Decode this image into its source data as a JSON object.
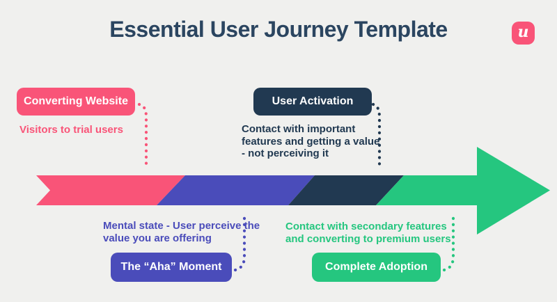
{
  "title": "Essential User Journey Template",
  "logo": {
    "letter": "u",
    "brand": "userpilot"
  },
  "colors": {
    "background": "#F0F0EE",
    "title_text": "#2B4560",
    "pink": "#F95478",
    "purple": "#4A4CBA",
    "navy": "#213951",
    "green": "#25C67F",
    "badge_text": "#FFFFFF"
  },
  "arrow": {
    "direction": "right",
    "segment_order": [
      "pink",
      "purple",
      "navy",
      "green"
    ]
  },
  "stages": [
    {
      "id": "converting-website",
      "label": "Converting Website",
      "caption": "Visitors to trial users",
      "color": "pink",
      "position": "above-arrow"
    },
    {
      "id": "user-activation",
      "label": "User Activation",
      "caption": "Contact with important features and getting a value - not perceiving it",
      "color": "navy",
      "position": "above-arrow"
    },
    {
      "id": "aha-moment",
      "label": "The “Aha” Moment",
      "caption": "Mental state - User perceive the value you are offering",
      "color": "purple",
      "position": "below-arrow"
    },
    {
      "id": "complete-adoption",
      "label": "Complete Adoption",
      "caption": "Contact with secondary features and converting to premium users",
      "color": "green",
      "position": "below-arrow"
    }
  ]
}
